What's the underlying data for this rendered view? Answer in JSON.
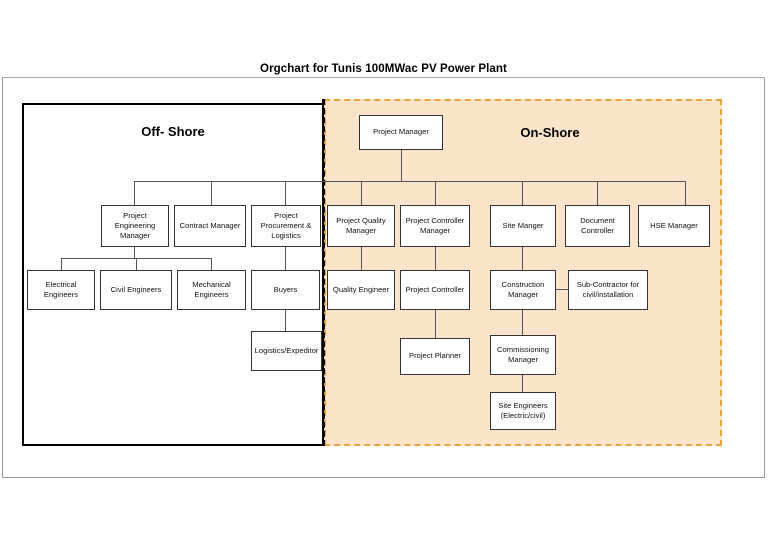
{
  "document": {
    "title": "Orgchart for Tunis 100MWac PV Power Plant"
  },
  "zones": {
    "offshore": {
      "label": "Off- Shore"
    },
    "onshore": {
      "label": "On-Shore"
    }
  },
  "colors": {
    "onshore_fill": "#FCE4CA",
    "onshore_border": "#E8A33D",
    "offshore_border": "#000000",
    "divider": "#000000",
    "node_border": "#333333",
    "node_fill": "#FFFFFF"
  },
  "chart_data": {
    "type": "diagram",
    "title": "Orgchart for Tunis 100MWac PV Power Plant",
    "root": "Project Manager",
    "groups": [
      "Off- Shore",
      "On-Shore"
    ],
    "nodes": [
      {
        "id": "project-manager",
        "label": "Project Manager",
        "group": "On-Shore",
        "level": 1
      },
      {
        "id": "project-engineering-manager",
        "label": "Project\nEngineering\nManager",
        "group": "Off- Shore",
        "level": 2
      },
      {
        "id": "contract-manager",
        "label": "Contract Manager",
        "group": "Off- Shore",
        "level": 2
      },
      {
        "id": "project-procurement",
        "label": "Project\nProcurement &\nLogistics",
        "group": "Off- Shore",
        "level": 2
      },
      {
        "id": "project-quality-manager",
        "label": "Project Quality\nManager",
        "group": "On-Shore",
        "level": 2
      },
      {
        "id": "project-controller-manager",
        "label": "Project Controller\nManager",
        "group": "On-Shore",
        "level": 2
      },
      {
        "id": "site-manger",
        "label": "Site Manger",
        "group": "On-Shore",
        "level": 2
      },
      {
        "id": "document-controller",
        "label": "Document\nController",
        "group": "On-Shore",
        "level": 2
      },
      {
        "id": "hse-manager",
        "label": "HSE Manager",
        "group": "On-Shore",
        "level": 2
      },
      {
        "id": "electrical-engineers",
        "label": "Electrical\nEngineers",
        "group": "Off- Shore",
        "level": 3
      },
      {
        "id": "civil-engineers",
        "label": "Civil Engineers",
        "group": "Off- Shore",
        "level": 3
      },
      {
        "id": "mechanical-engineers",
        "label": "Mechanical\nEngineers",
        "group": "Off- Shore",
        "level": 3
      },
      {
        "id": "buyers",
        "label": "Buyers",
        "group": "Off- Shore",
        "level": 3
      },
      {
        "id": "quality-engineer",
        "label": "Quality Engineer",
        "group": "On-Shore",
        "level": 3
      },
      {
        "id": "project-controller",
        "label": "Project Controller",
        "group": "On-Shore",
        "level": 3
      },
      {
        "id": "construction-manager",
        "label": "Construction\nManager",
        "group": "On-Shore",
        "level": 3
      },
      {
        "id": "sub-contractor",
        "label": "Sub-Contractor for\ncivil/installation",
        "group": "On-Shore",
        "level": 3
      },
      {
        "id": "logistics-expeditor",
        "label": "Logistics/Expeditor",
        "group": "Off- Shore",
        "level": 4
      },
      {
        "id": "project-planner",
        "label": "Project Planner",
        "group": "On-Shore",
        "level": 4
      },
      {
        "id": "commissioning-manager",
        "label": "Commissioning\nManager",
        "group": "On-Shore",
        "level": 4
      },
      {
        "id": "site-engineers",
        "label": "Site Engineers\n(Electric/civil)",
        "group": "On-Shore",
        "level": 5
      }
    ],
    "edges": [
      [
        "project-manager",
        "project-engineering-manager"
      ],
      [
        "project-manager",
        "contract-manager"
      ],
      [
        "project-manager",
        "project-procurement"
      ],
      [
        "project-manager",
        "project-quality-manager"
      ],
      [
        "project-manager",
        "project-controller-manager"
      ],
      [
        "project-manager",
        "site-manger"
      ],
      [
        "project-manager",
        "document-controller"
      ],
      [
        "project-manager",
        "hse-manager"
      ],
      [
        "project-engineering-manager",
        "electrical-engineers"
      ],
      [
        "project-engineering-manager",
        "civil-engineers"
      ],
      [
        "project-engineering-manager",
        "mechanical-engineers"
      ],
      [
        "project-procurement",
        "buyers"
      ],
      [
        "project-quality-manager",
        "quality-engineer"
      ],
      [
        "project-controller-manager",
        "project-controller"
      ],
      [
        "site-manger",
        "construction-manager"
      ],
      [
        "construction-manager",
        "sub-contractor"
      ],
      [
        "buyers",
        "logistics-expeditor"
      ],
      [
        "project-controller",
        "project-planner"
      ],
      [
        "construction-manager",
        "commissioning-manager"
      ],
      [
        "commissioning-manager",
        "site-engineers"
      ]
    ]
  }
}
